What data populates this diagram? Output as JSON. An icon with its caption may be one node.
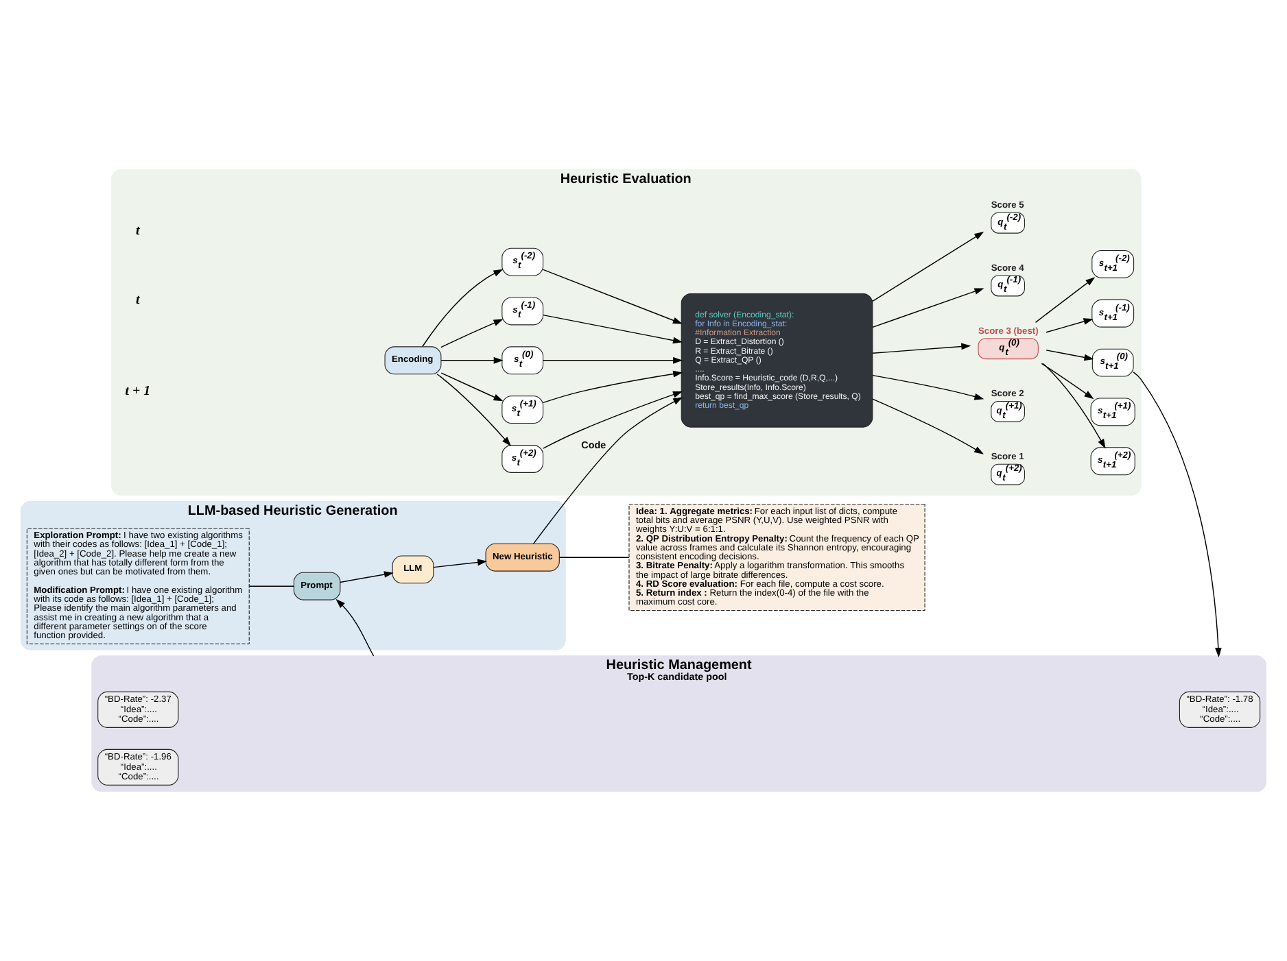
{
  "diagram": {
    "nodes": [
      {
        "text": [
          "LLM-based Heuristic Generation"
        ]
      },
      {
        "text": [
          "**Exploration Prompt:** I have two existing algorithms with their codes as follows: [Idea_1] + [Code_1]; [Idea_2] + [Code_2]. Please help me create a new algorithm that has totally different form from the given ones but can be motivated from them.",
          "**Modification Prompt:** I have one existing algorithm with its code as follows: [Idea_1] + [Code_1]; Please identify the main algorithm parameters and assist me in creating a new algorithm that a different parameter settings on of the score function provided."
        ],
        "in": 0
      },
      {
        "text": [
          "Prompt"
        ],
        "in": 0
      },
      {
        "text": [
          "LLM"
        ],
        "in": 0
      },
      {
        "text": [
          "New Heuristic"
        ],
        "in": 0
      },
      {
        "text": [
          "Heuristic Management",
          "Top-K candidate pool"
        ]
      },
      {
        "text": [
          "“BD-Rate”: -1.78",
          "“Idea”:....",
          "“Code”:...."
        ],
        "in": 5
      },
      {
        "text": [
          "“BD-Rate”: -2.37",
          "“Idea”:....",
          "“Code”:...."
        ],
        "in": 5
      },
      {
        "text": [
          "“BD-Rate”: -1.96",
          "“Idea”:....",
          "“Code”:...."
        ],
        "in": 5
      },
      {
        "text": [
          "**Idea: 1. Aggregate metrics:** For each input list of dicts, compute total bits and average PSNR (Y,U,V). Use weighted PSNR with weights Y:U:V = 6:1:1.",
          "**2. QP Distribution Entropy Penalty:** Count the frequency of each QP value across frames and calculate its Shannon entropy, encouraging consistent encoding decisions.",
          "**3. Bitrate Penalty:** Apply a logarithm transformation. This smooths the impact of large bitrate differences.",
          "**4. RD Score evaluation:** For each file, compute a cost score.",
          "**5. Return index :** Return the index(0-4) of the file with the maximum cost core."
        ]
      },
      {
        "text": [
          "Heuristic Evaluation"
        ]
      },
      {
        "text": [
          "Encoding"
        ],
        "in": 10
      },
      {
        "text": [
          "s$_{t}$$^{(+2)}$"
        ],
        "in": 10
      },
      {
        "text": [
          "s$_{t}$$^{(+1)}$"
        ],
        "in": 10
      },
      {
        "text": [
          "s$_{t}$$^{(0)}$"
        ],
        "in": 10
      },
      {
        "text": [
          "s$_{t}$$^{(-1)}$"
        ],
        "in": 10
      },
      {
        "text": [
          "s$_{t}$$^{(-2)}$"
        ],
        "in": 10
      },
      {
        "text": [
          "def solver (Encoding_stat):",
          "for Info in Encoding_stat:",
          "#Information Extraction",
          "D = Extract_Distortion ()",
          "R = Extract_Bitrate ()",
          "Q = Extract_QP ()",
          "....",
          "Info.Score = Heuristic_code (D,R,Q,...)",
          "Store_results(Info, Info.Score)",
          "best_qp = find_max_score (Store_results, Q)",
          "return best_qp"
        ],
        "in": 10
      },
      {
        "text": [
          "q$_{t}$$^{(+2)}$"
        ],
        "in": 10,
        "beside": [
          "Score 1"
        ]
      },
      {
        "text": [
          "q$_{t}$$^{(+1)}$"
        ],
        "in": 10,
        "beside": [
          "Score 2"
        ]
      },
      {
        "text": [
          "q$_{t}$$^{(0)}$"
        ],
        "in": 10,
        "beside": [
          "Score 3 (best)"
        ]
      },
      {
        "text": [
          "q$_{t}$$^{(-1)}$"
        ],
        "in": 10,
        "beside": [
          "Score 4"
        ]
      },
      {
        "text": [
          "q$_{t}$$^{(-2)}$"
        ],
        "in": 10,
        "beside": [
          "Score 5"
        ]
      },
      {
        "text": [
          "s$_{t+1}$$^{(+2)}$"
        ],
        "in": 10
      },
      {
        "text": [
          "s$_{t+1}$$^{(+1)}$"
        ],
        "in": 10
      },
      {
        "text": [
          "s$_{t+1}$$^{(0)}$"
        ],
        "in": 10
      },
      {
        "text": [
          "s$_{t+1}$$^{(-1)}$"
        ],
        "in": 10
      },
      {
        "text": [
          "s$_{t+1}$$^{(-2)}$"
        ],
        "in": 10
      }
    ],
    "edges": [
      {
        "from": 1,
        "to": 2,
        "arrow": "none"
      },
      {
        "from": 5,
        "to": 2,
        "arrow": "to"
      },
      {
        "from": 2,
        "to": 3,
        "arrow": "to"
      },
      {
        "from": 3,
        "to": 4,
        "arrow": "to"
      },
      {
        "from": 4,
        "to": 9,
        "arrow": "none"
      },
      {
        "from": 4,
        "to": 17,
        "arrow": "to",
        "label": "Code"
      },
      {
        "from": 11,
        "to": 12,
        "arrow": "to"
      },
      {
        "from": 11,
        "to": 13,
        "arrow": "to"
      },
      {
        "from": 11,
        "to": 14,
        "arrow": "to"
      },
      {
        "from": 11,
        "to": 15,
        "arrow": "to"
      },
      {
        "from": 11,
        "to": 16,
        "arrow": "to"
      },
      {
        "from": 12,
        "to": 17,
        "arrow": "to"
      },
      {
        "from": 13,
        "to": 17,
        "arrow": "to"
      },
      {
        "from": 14,
        "to": 17,
        "arrow": "to"
      },
      {
        "from": 15,
        "to": 17,
        "arrow": "to"
      },
      {
        "from": 16,
        "to": 17,
        "arrow": "to"
      },
      {
        "from": 17,
        "to": 18,
        "arrow": "to"
      },
      {
        "from": 17,
        "to": 19,
        "arrow": "to"
      },
      {
        "from": 17,
        "to": 20,
        "arrow": "to"
      },
      {
        "from": 17,
        "to": 21,
        "arrow": "to"
      },
      {
        "from": 17,
        "to": 22,
        "arrow": "to"
      },
      {
        "from": 20,
        "to": 23,
        "arrow": "to"
      },
      {
        "from": 20,
        "to": 24,
        "arrow": "to"
      },
      {
        "from": 20,
        "to": 25,
        "arrow": "to"
      },
      {
        "from": 20,
        "to": 26,
        "arrow": "to"
      },
      {
        "from": 20,
        "to": 27,
        "arrow": "to"
      },
      {
        "from": 25,
        "to": 5,
        "arrow": "to"
      }
    ],
    "labels": [
      "t",
      "t",
      "t + 1"
    ]
  }
}
